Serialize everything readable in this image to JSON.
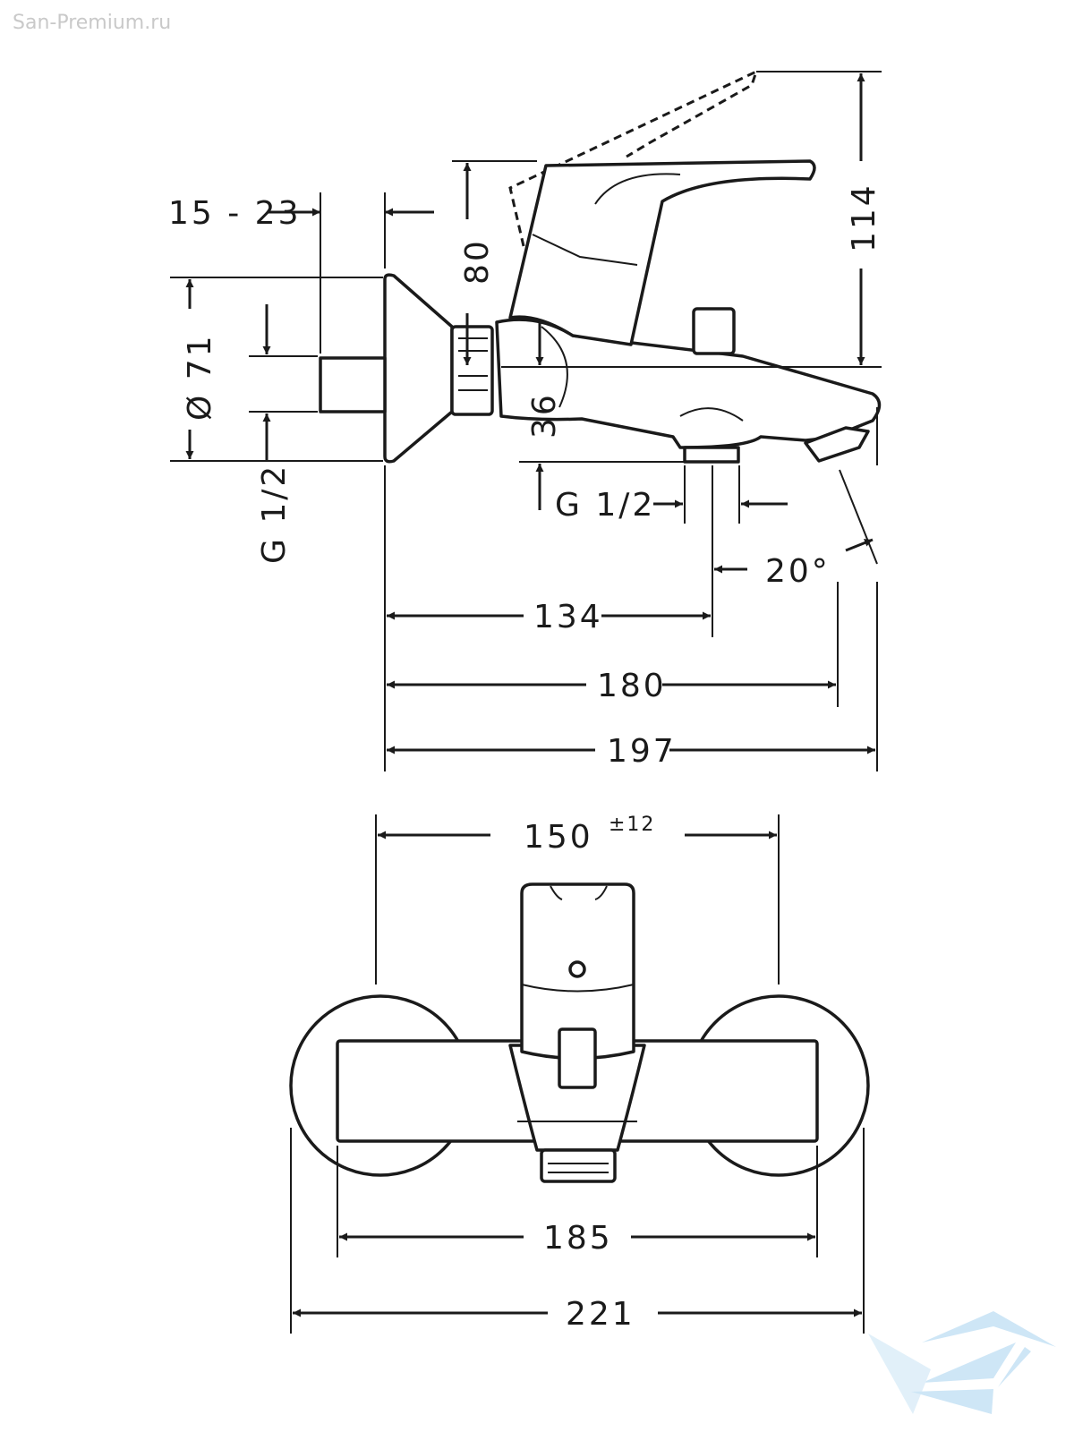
{
  "watermark": "San-Premium.ru",
  "side_view": {
    "dim_wall_offset": "15 - 23",
    "dim_lever_height": "80",
    "dim_total_height": "114",
    "dim_flange_diameter": "Ø 71",
    "dim_inlet_thread": "G 1/2",
    "dim_spout_height": "36",
    "dim_outlet_thread": "G 1/2",
    "dim_spout_angle": "20°",
    "dim_outlet_projection": "134",
    "dim_spout_projection": "180",
    "dim_total_projection": "197"
  },
  "front_view": {
    "dim_centres": "150",
    "dim_centres_tolerance": "±12",
    "dim_body_width": "185",
    "dim_total_width": "221"
  },
  "colors": {
    "line": "#1a1a1a",
    "logo": "#c6e2f5"
  }
}
